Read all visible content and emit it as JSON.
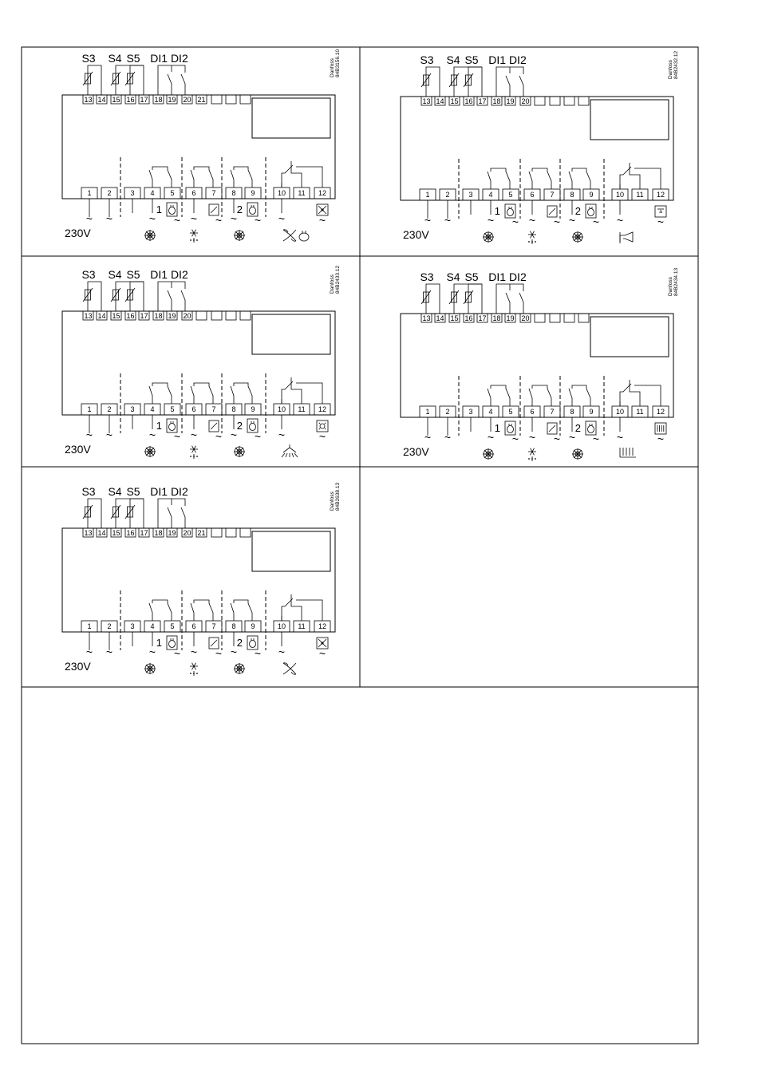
{
  "sensor_labels": [
    "S3",
    "S4",
    "S5",
    "DI1 DI2"
  ],
  "supply_label": "230V",
  "mains_symbol": "~",
  "diagrams": [
    {
      "code_lines": [
        "Danfoss",
        "84B3156.10"
      ],
      "upper_terminals": [
        "13",
        "14",
        "15",
        "16",
        "17",
        "18",
        "19",
        "20",
        "21"
      ],
      "lower_terminals": [
        "1",
        "2",
        "3",
        "4",
        "5",
        "6",
        "7",
        "8",
        "9",
        "10",
        "11",
        "12"
      ],
      "compressor_labels": [
        "1",
        "2"
      ],
      "icons": [
        "snowflake-icon",
        "defrost-icon",
        "snowflake-icon",
        "fan-icon",
        "compressor-icon",
        "fan-box-icon"
      ]
    },
    {
      "code_lines": [
        "Danfoss",
        "84B2432.12"
      ],
      "upper_terminals": [
        "13",
        "14",
        "15",
        "16",
        "17",
        "18",
        "19",
        "20"
      ],
      "lower_terminals": [
        "1",
        "2",
        "3",
        "4",
        "5",
        "6",
        "7",
        "8",
        "9",
        "10",
        "11",
        "12"
      ],
      "compressor_labels": [
        "1",
        "2"
      ],
      "icons": [
        "snowflake-icon",
        "defrost-icon",
        "snowflake-icon",
        "alarm-horn-icon",
        "alarm-box-icon"
      ]
    },
    {
      "code_lines": [
        "Danfoss",
        "84B2433.12"
      ],
      "upper_terminals": [
        "13",
        "14",
        "15",
        "16",
        "17",
        "18",
        "19",
        "20"
      ],
      "lower_terminals": [
        "1",
        "2",
        "3",
        "4",
        "5",
        "6",
        "7",
        "8",
        "9",
        "10",
        "11",
        "12"
      ],
      "compressor_labels": [
        "1",
        "2"
      ],
      "icons": [
        "snowflake-icon",
        "defrost-icon",
        "snowflake-icon",
        "light-icon",
        "light-box-icon"
      ]
    },
    {
      "code_lines": [
        "Danfoss",
        "84B2434.13"
      ],
      "upper_terminals": [
        "13",
        "14",
        "15",
        "16",
        "17",
        "18",
        "19",
        "20"
      ],
      "lower_terminals": [
        "1",
        "2",
        "3",
        "4",
        "5",
        "6",
        "7",
        "8",
        "9",
        "10",
        "11",
        "12"
      ],
      "compressor_labels": [
        "1",
        "2"
      ],
      "icons": [
        "snowflake-icon",
        "defrost-icon",
        "snowflake-icon",
        "heater-icon",
        "heater-box-icon"
      ]
    },
    {
      "code_lines": [
        "Danfoss",
        "84B2638.13"
      ],
      "upper_terminals": [
        "13",
        "14",
        "15",
        "16",
        "17",
        "18",
        "19",
        "20",
        "21"
      ],
      "lower_terminals": [
        "1",
        "2",
        "3",
        "4",
        "5",
        "6",
        "7",
        "8",
        "9",
        "10",
        "11",
        "12"
      ],
      "compressor_labels": [
        "1",
        "2"
      ],
      "icons": [
        "snowflake-icon",
        "defrost-icon",
        "snowflake-icon",
        "fan-icon",
        "fan-box-icon"
      ]
    }
  ]
}
